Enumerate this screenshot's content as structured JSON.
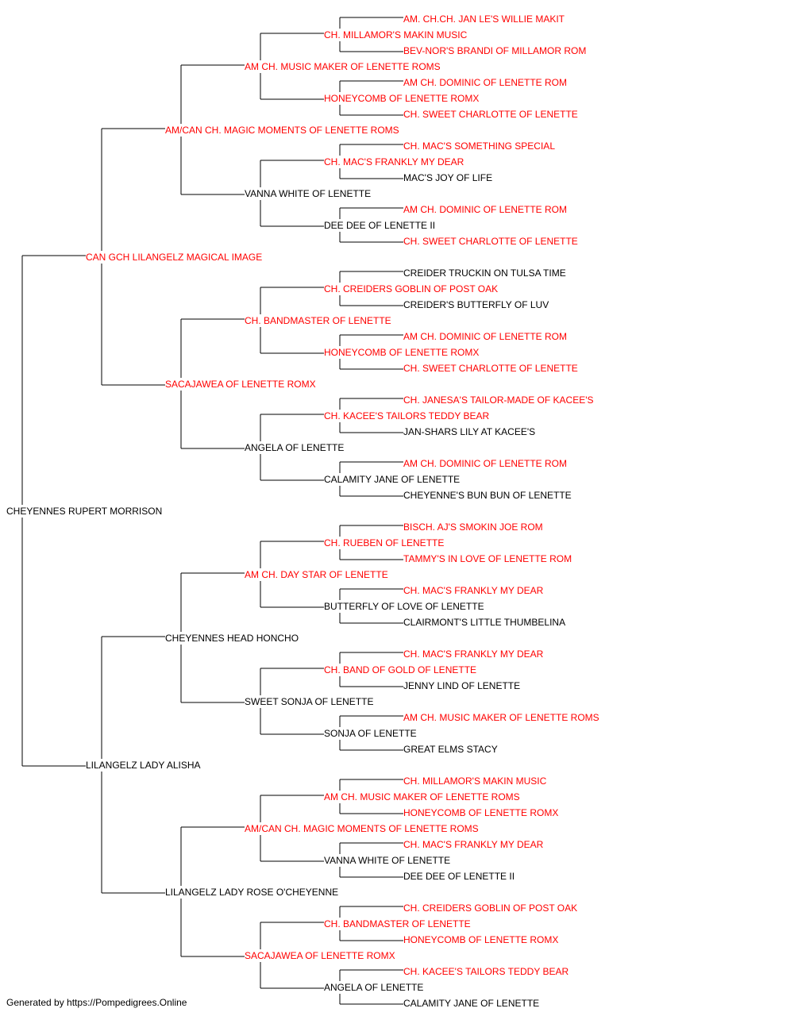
{
  "colors": {
    "titled": "#ff0000",
    "plain": "#000000",
    "line": "#000000"
  },
  "pedigree": {
    "name": "CHEYENNES RUPERT MORRISON",
    "titled": false,
    "sire": {
      "name": "CAN GCH LILANGELZ MAGICAL IMAGE",
      "titled": true,
      "sire": {
        "name": "AM/CAN CH. MAGIC MOMENTS OF LENETTE ROMS",
        "titled": true,
        "sire": {
          "name": "AM CH. MUSIC MAKER OF LENETTE ROMS",
          "titled": true,
          "sire": {
            "name": "CH. MILLAMOR'S MAKIN MUSIC",
            "titled": true,
            "sire": {
              "name": "AM. CH.CH. JAN LE'S WILLIE MAKIT",
              "titled": true
            },
            "dam": {
              "name": "BEV-NOR'S BRANDI OF MILLAMOR ROM",
              "titled": true
            }
          },
          "dam": {
            "name": "HONEYCOMB OF LENETTE ROMX",
            "titled": true,
            "sire": {
              "name": "AM CH. DOMINIC OF LENETTE ROM",
              "titled": true
            },
            "dam": {
              "name": "CH. SWEET CHARLOTTE OF LENETTE",
              "titled": true
            }
          }
        },
        "dam": {
          "name": "VANNA WHITE OF LENETTE",
          "titled": false,
          "sire": {
            "name": "CH. MAC'S FRANKLY MY DEAR",
            "titled": true,
            "sire": {
              "name": "CH. MAC'S SOMETHING SPECIAL",
              "titled": true
            },
            "dam": {
              "name": "MAC'S JOY OF LIFE",
              "titled": false
            }
          },
          "dam": {
            "name": "DEE DEE OF LENETTE II",
            "titled": false,
            "sire": {
              "name": "AM CH. DOMINIC OF LENETTE ROM",
              "titled": true
            },
            "dam": {
              "name": "CH. SWEET CHARLOTTE OF LENETTE",
              "titled": true
            }
          }
        }
      },
      "dam": {
        "name": "SACAJAWEA OF LENETTE ROMX",
        "titled": true,
        "sire": {
          "name": "CH. BANDMASTER OF LENETTE",
          "titled": true,
          "sire": {
            "name": "CH. CREIDERS GOBLIN OF POST OAK",
            "titled": true,
            "sire": {
              "name": "CREIDER TRUCKIN ON TULSA TIME",
              "titled": false
            },
            "dam": {
              "name": "CREIDER'S BUTTERFLY OF LUV",
              "titled": false
            }
          },
          "dam": {
            "name": "HONEYCOMB OF LENETTE ROMX",
            "titled": true,
            "sire": {
              "name": "AM CH. DOMINIC OF LENETTE ROM",
              "titled": true
            },
            "dam": {
              "name": "CH. SWEET CHARLOTTE OF LENETTE",
              "titled": true
            }
          }
        },
        "dam": {
          "name": "ANGELA OF LENETTE",
          "titled": false,
          "sire": {
            "name": "CH. KACEE'S TAILORS TEDDY BEAR",
            "titled": true,
            "sire": {
              "name": "CH. JANESA'S TAILOR-MADE OF KACEE'S",
              "titled": true
            },
            "dam": {
              "name": "JAN-SHARS LILY AT KACEE'S",
              "titled": false
            }
          },
          "dam": {
            "name": "CALAMITY JANE OF LENETTE",
            "titled": false,
            "sire": {
              "name": "AM CH. DOMINIC OF LENETTE ROM",
              "titled": true
            },
            "dam": {
              "name": "CHEYENNE'S BUN BUN OF LENETTE",
              "titled": false
            }
          }
        }
      }
    },
    "dam": {
      "name": "LILANGELZ LADY ALISHA",
      "titled": false,
      "sire": {
        "name": "CHEYENNES HEAD HONCHO",
        "titled": false,
        "sire": {
          "name": "AM CH. DAY STAR OF LENETTE",
          "titled": true,
          "sire": {
            "name": "CH. RUEBEN OF LENETTE",
            "titled": true,
            "sire": {
              "name": "BISCH. AJ'S SMOKIN JOE ROM",
              "titled": true
            },
            "dam": {
              "name": "TAMMY'S IN LOVE OF LENETTE ROM",
              "titled": true
            }
          },
          "dam": {
            "name": "BUTTERFLY OF LOVE OF LENETTE",
            "titled": false,
            "sire": {
              "name": "CH. MAC'S FRANKLY MY DEAR",
              "titled": true
            },
            "dam": {
              "name": "CLAIRMONT'S LITTLE THUMBELINA",
              "titled": false
            }
          }
        },
        "dam": {
          "name": "SWEET SONJA OF LENETTE",
          "titled": false,
          "sire": {
            "name": "CH. BAND OF GOLD OF LENETTE",
            "titled": true,
            "sire": {
              "name": "CH. MAC'S FRANKLY MY DEAR",
              "titled": true
            },
            "dam": {
              "name": "JENNY LIND OF LENETTE",
              "titled": false
            }
          },
          "dam": {
            "name": "SONJA OF LENETTE",
            "titled": false,
            "sire": {
              "name": "AM CH. MUSIC MAKER OF LENETTE ROMS",
              "titled": true
            },
            "dam": {
              "name": "GREAT ELMS STACY",
              "titled": false
            }
          }
        }
      },
      "dam": {
        "name": "LILANGELZ LADY ROSE O'CHEYENNE",
        "titled": false,
        "sire": {
          "name": "AM/CAN CH. MAGIC MOMENTS OF LENETTE ROMS",
          "titled": true,
          "sire": {
            "name": "AM CH. MUSIC MAKER OF LENETTE ROMS",
            "titled": true,
            "sire": {
              "name": "CH. MILLAMOR'S MAKIN MUSIC",
              "titled": true
            },
            "dam": {
              "name": "HONEYCOMB OF LENETTE ROMX",
              "titled": true
            }
          },
          "dam": {
            "name": "VANNA WHITE OF LENETTE",
            "titled": false,
            "sire": {
              "name": "CH. MAC'S FRANKLY MY DEAR",
              "titled": true
            },
            "dam": {
              "name": "DEE DEE OF LENETTE II",
              "titled": false
            }
          }
        },
        "dam": {
          "name": "SACAJAWEA OF LENETTE ROMX",
          "titled": true,
          "sire": {
            "name": "CH. BANDMASTER OF LENETTE",
            "titled": true,
            "sire": {
              "name": "CH. CREIDERS GOBLIN OF POST OAK",
              "titled": true
            },
            "dam": {
              "name": "HONEYCOMB OF LENETTE ROMX",
              "titled": true
            }
          },
          "dam": {
            "name": "ANGELA OF LENETTE",
            "titled": false,
            "sire": {
              "name": "CH. KACEE'S TAILORS TEDDY BEAR",
              "titled": true
            },
            "dam": {
              "name": "CALAMITY JANE OF LENETTE",
              "titled": false
            }
          }
        }
      }
    }
  },
  "footer": {
    "text": "Generated by https://Pompedigrees.Online"
  }
}
